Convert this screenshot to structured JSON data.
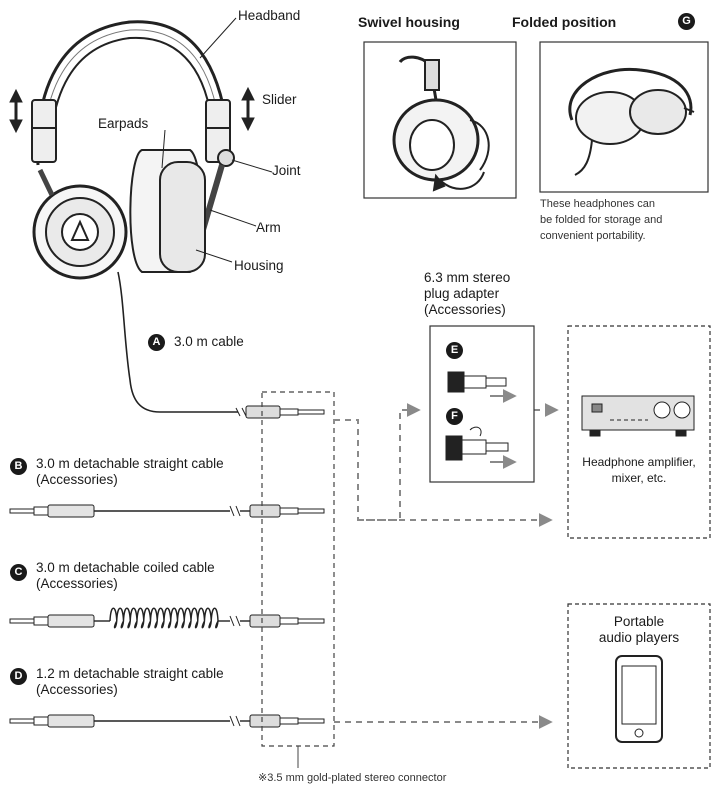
{
  "headphone_labels": {
    "headband": "Headband",
    "slider": "Slider",
    "earpads": "Earpads",
    "joint": "Joint",
    "arm": "Arm",
    "housing": "Housing"
  },
  "views": {
    "swivel_title": "Swivel housing",
    "folded_title": "Folded position",
    "folded_badge": "G",
    "folded_caption": [
      "These headphones can",
      "be folded for storage and",
      "convenient portability."
    ]
  },
  "cables": [
    {
      "badge": "A",
      "lines": [
        "3.0 m cable"
      ]
    },
    {
      "badge": "B",
      "lines": [
        "3.0 m detachable straight cable",
        "(Accessories)"
      ]
    },
    {
      "badge": "C",
      "lines": [
        "3.0 m detachable coiled cable",
        "(Accessories)"
      ]
    },
    {
      "badge": "D",
      "lines": [
        "1.2 m detachable straight cable",
        "(Accessories)"
      ]
    }
  ],
  "adapter": {
    "lines": [
      "6.3 mm stereo",
      "plug adapter",
      "(Accessories)"
    ],
    "badge_e": "E",
    "badge_f": "F"
  },
  "devices": {
    "amp_lines": [
      "Headphone amplifier,",
      "mixer, etc."
    ],
    "portable_lines": [
      "Portable",
      "audio players"
    ]
  },
  "footnote": "※3.5 mm gold-plated stereo connector"
}
